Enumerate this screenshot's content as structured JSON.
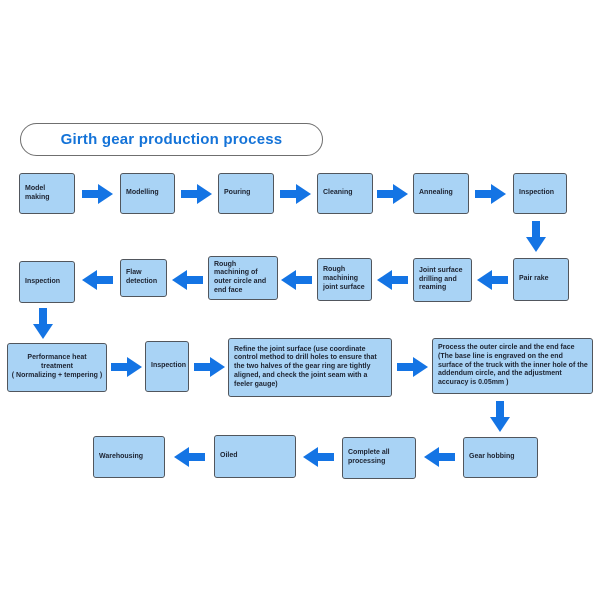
{
  "diagram": {
    "title": "Girth gear production process",
    "steps": [
      "Model making",
      "Modelling",
      "Pouring",
      "Cleaning",
      "Annealing",
      "Inspection",
      "Pair rake",
      "Joint surface drilling and reaming",
      "Rough machining joint surface",
      "Rough machining of outer circle and end face",
      "Flaw detection",
      "Inspection",
      "Performance heat treatment\n( Normalizing + tempering )",
      "Inspection",
      "Refine the joint surface (use coordinate control method to drill holes to ensure that the two halves of the gear ring are tightly aligned, and check the joint seam with a feeler gauge)",
      "Process the outer circle and the end face (The base line is engraved on the end surface of the truck with the inner hole of the addendum circle, and the adjustment accuracy is 0.05mm )",
      "Gear hobbing",
      "Complete all processing",
      "Oiled",
      "Warehousing"
    ],
    "colors": {
      "box_fill": "#a9d3f5",
      "box_border": "#51565d",
      "arrow": "#1474e4",
      "title_text": "#1473d8",
      "step_text": "#1d2331"
    }
  }
}
